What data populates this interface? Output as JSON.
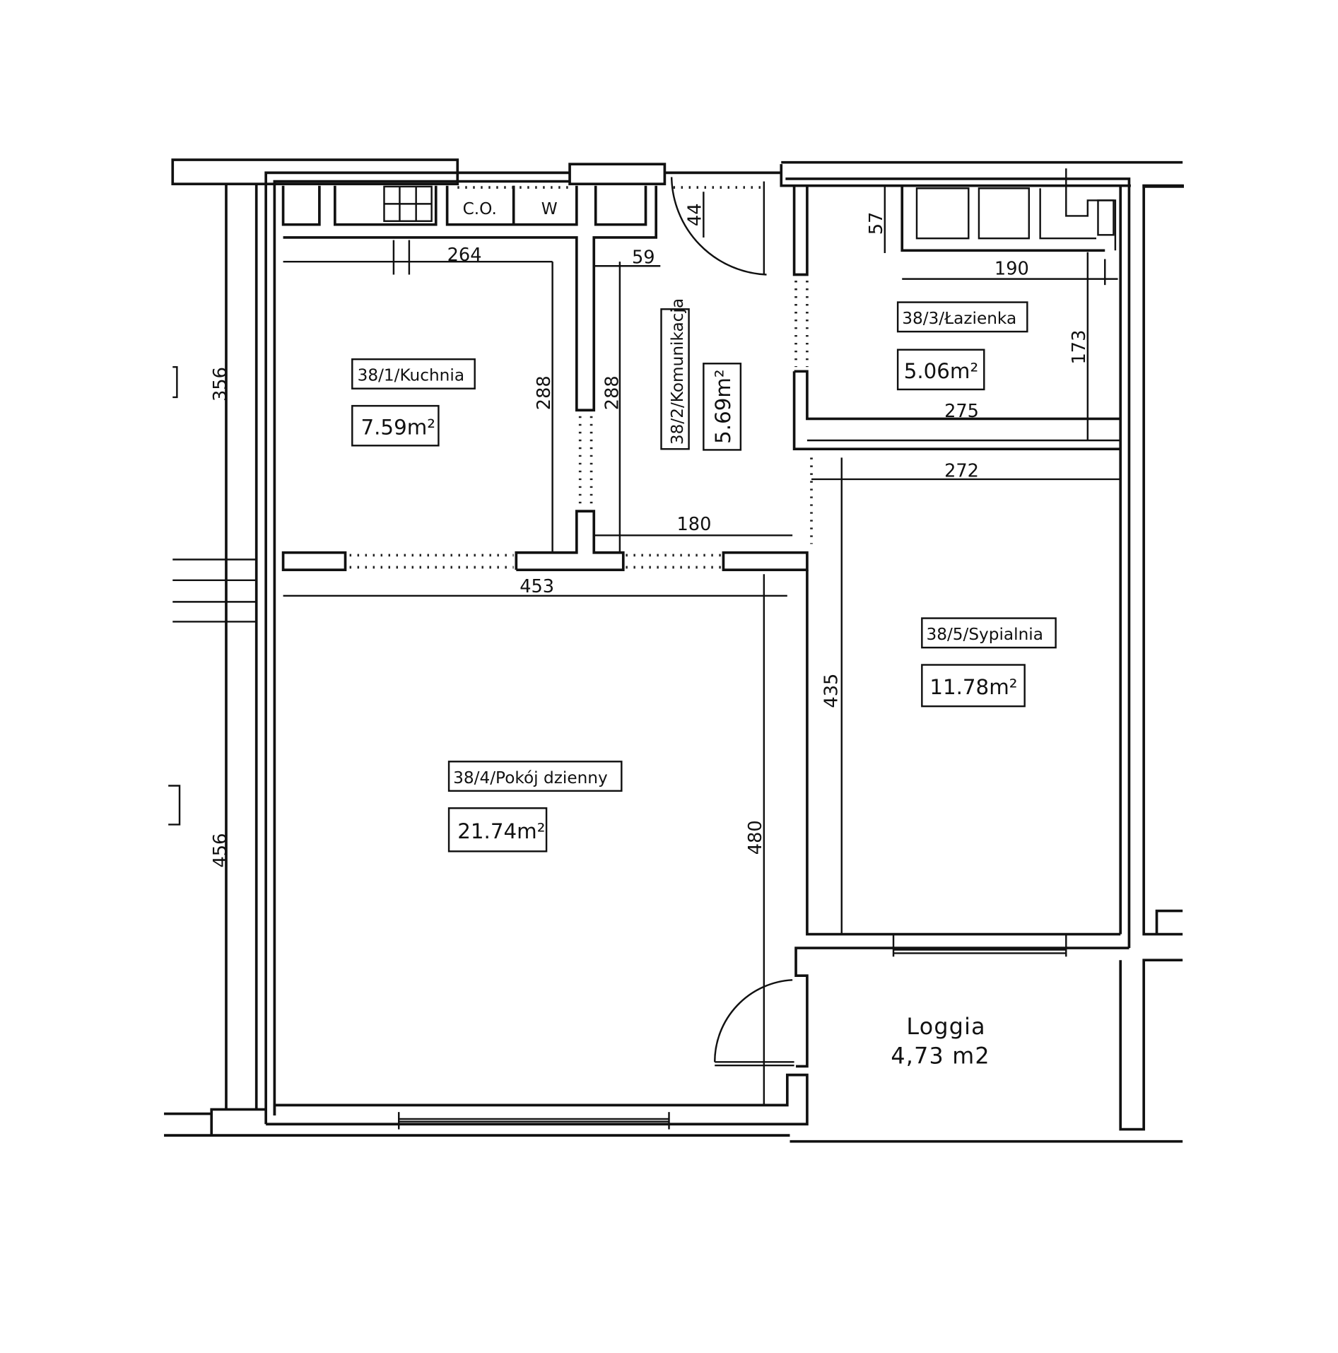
{
  "plan": {
    "rooms": [
      {
        "label": "38/1/Kuchnia",
        "area": "7.59m²"
      },
      {
        "label": "38/2/Komunikacja",
        "area": "5.69m²"
      },
      {
        "label": "38/3/Łazienka",
        "area": "5.06m²"
      },
      {
        "label": "38/4/Pokój dzienny",
        "area": "21.74m²"
      },
      {
        "label": "38/5/Sypialnia",
        "area": "11.78m²"
      }
    ],
    "loggia": {
      "label": "Loggia",
      "area": "4,73 m2"
    },
    "fixtures": {
      "co": "C.O.",
      "w": "W"
    },
    "dimensions": {
      "kitchen_width": "264",
      "kitchen_depth": "288",
      "corridor_depth": "288",
      "corridor_small": "59",
      "door_offset": "44",
      "corridor_width": "180",
      "living_width": "453",
      "living_depth": "480",
      "bath_offset": "57",
      "bath_inner": "190",
      "bath_depth": "173",
      "bath_width": "275",
      "bed_width": "272",
      "bed_depth": "435",
      "left_upper": "356",
      "left_lower": "456"
    }
  }
}
